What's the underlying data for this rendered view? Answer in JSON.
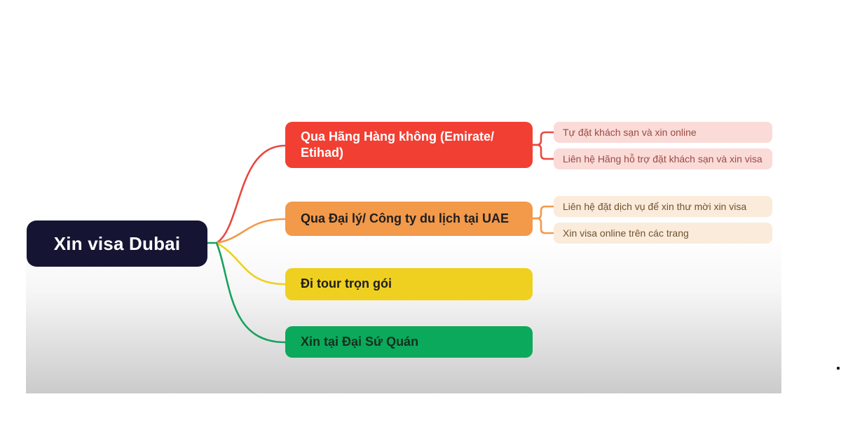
{
  "root": {
    "label": "Xin visa Dubai",
    "bg": "#151533",
    "text_color": "#ffffff"
  },
  "branches": [
    {
      "label": "Qua Hãng Hàng không (Emirate/ Etihad)",
      "bg": "#f23f33",
      "text_color": "#ffffff",
      "line_color": "#e94840",
      "children": [
        {
          "label": "Tự đặt khách sạn và xin online",
          "bg": "#fadbd8",
          "text_color": "#9b4a42"
        },
        {
          "label": "Liên hệ Hãng hỗ trợ đặt khách sạn và xin visa",
          "bg": "#fadbd8",
          "text_color": "#9b4a42"
        }
      ]
    },
    {
      "label": "Qua Đại lý/ Công ty du lịch tại UAE",
      "bg": "#f2994a",
      "text_color": "#1e1e1e",
      "line_color": "#f2994a",
      "children": [
        {
          "label": "Liên hệ đặt dịch vụ để xin thư mời xin visa",
          "bg": "#fbebdb",
          "text_color": "#6f522f"
        },
        {
          "label": "Xin visa online trên các trang",
          "bg": "#fbebdb",
          "text_color": "#6f522f"
        }
      ]
    },
    {
      "label": "Đi tour trọn gói",
      "bg": "#efd021",
      "text_color": "#1e1e1e",
      "line_color": "#efd021",
      "children": []
    },
    {
      "label": "Xin tại Đại Sứ Quán",
      "bg": "#0ba95b",
      "text_color": "#14301f",
      "line_color": "#17a15e",
      "children": []
    }
  ],
  "background": {
    "canvas_top": "#ffffff",
    "canvas_bottom": "#cbcbcb"
  },
  "stray_mark": "."
}
